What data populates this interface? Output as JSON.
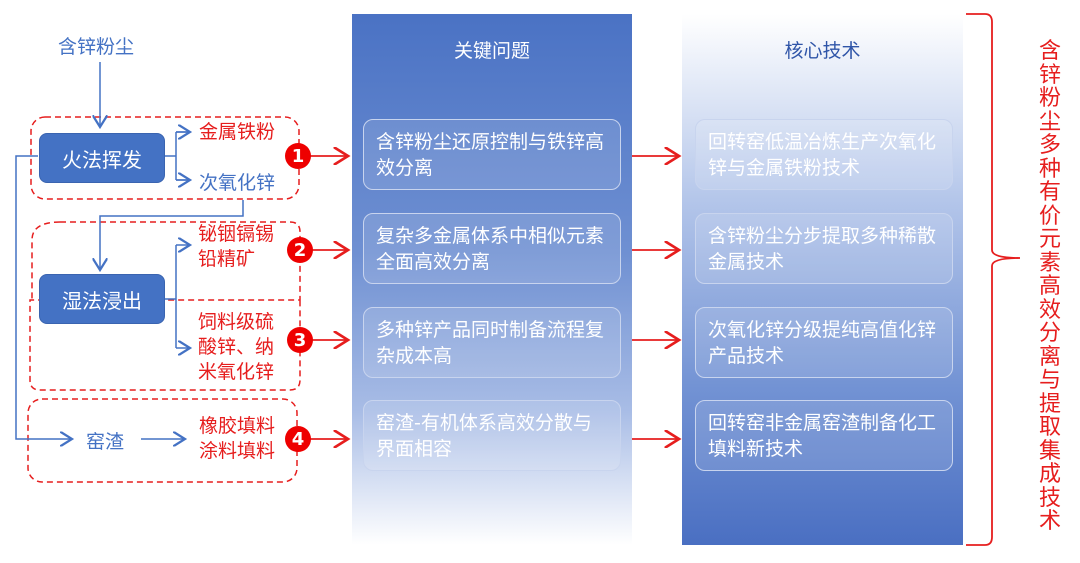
{
  "source": "含锌粉尘",
  "processes": {
    "pyro": "火法挥发",
    "hydro": "湿法浸出",
    "slag": "窑渣"
  },
  "products": {
    "iron": "金属铁粉",
    "zno": "次氧化锌",
    "rare": "铋铟镉锡铅精矿",
    "feed": "饲料级硫酸锌、纳米氧化锌",
    "filler": "橡胶填料涂料填料"
  },
  "numbers": [
    "1",
    "2",
    "3",
    "4"
  ],
  "middle": {
    "title": "关键问题",
    "items": [
      "含锌粉尘还原控制与铁锌高效分离",
      "复杂多金属体系中相似元素全面高效分离",
      "多种锌产品同时制备流程复杂成本高",
      "窑渣-有机体系高效分散与界面相容"
    ]
  },
  "right": {
    "title": "核心技术",
    "items": [
      "回转窑低温冶炼生产次氧化锌与金属铁粉技术",
      "含锌粉尘分步提取多种稀散金属技术",
      "次氧化锌分级提纯高值化锌产品技术",
      "回转窑非金属窑渣制备化工填料新技术"
    ]
  },
  "summary": "含锌粉尘多种有价元素高效分离与提取集成技术",
  "colors": {
    "blue": "#4472c4",
    "red": "#e61e1e"
  }
}
